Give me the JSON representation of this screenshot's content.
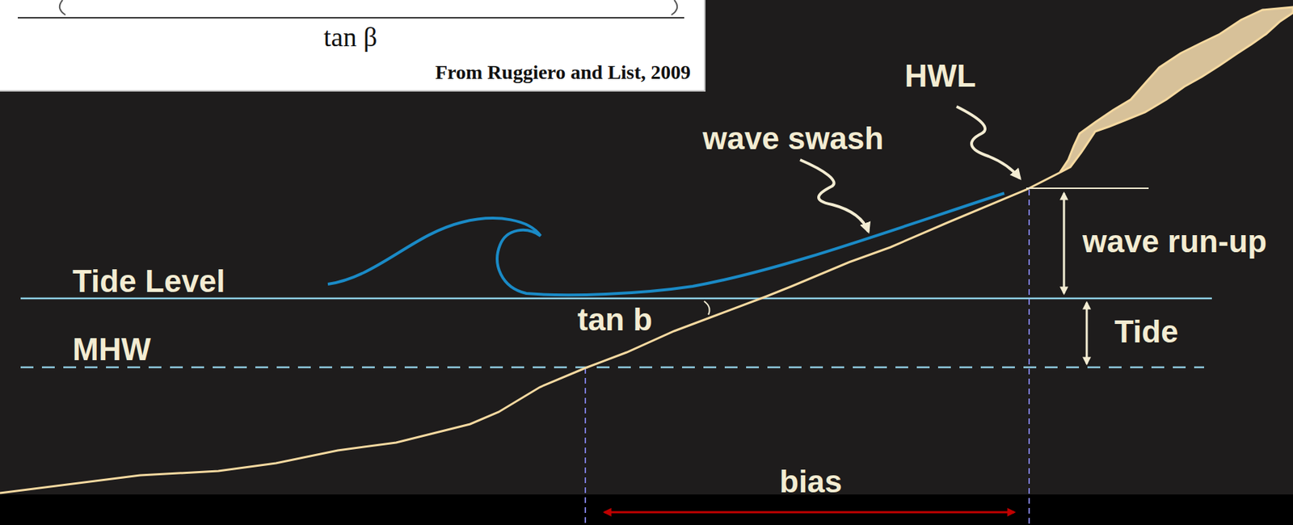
{
  "diagram": {
    "nodes": [
      {
        "text": [
          "tan β",
          "From Ruggiero and List, 2009"
        ]
      }
    ],
    "labels": [
      "HWL",
      "wave swash",
      "wave run-up",
      "Tide Level",
      "tan b",
      "Tide",
      "MHW",
      "bias"
    ]
  }
}
